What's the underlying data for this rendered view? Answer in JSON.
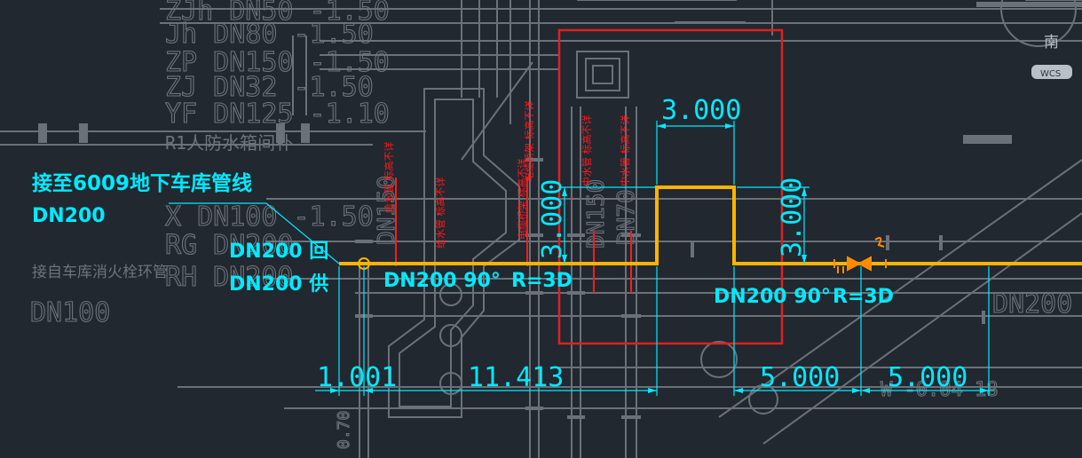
{
  "viewport": {
    "background": "#212830",
    "colors": {
      "pipe_main": "#ffb300",
      "dimension": "#00eaff",
      "highlight_box": "#e02020",
      "background_linework": "#6a7178",
      "vertical_labels": "#ff1a1a",
      "valve": "#ff8c00"
    }
  },
  "viewcube": {
    "direction": "南",
    "wcs_label": "WCS"
  },
  "background_labels": [
    {
      "text": "ZJh DN50 -1.50"
    },
    {
      "text": "Jh DN80 -1.50"
    },
    {
      "text": "ZP DN150 -1.50"
    },
    {
      "text": "ZJ DN32 -1.50"
    },
    {
      "text": "YF DN125 -1.10"
    },
    {
      "text": "R1人防水箱间补"
    },
    {
      "text": "X DN100 -1.50"
    },
    {
      "text": "RG DN200"
    },
    {
      "text": "RH DN200"
    },
    {
      "text": "接自车库消火栓环管"
    },
    {
      "text": "DN100"
    },
    {
      "text": "DN200"
    },
    {
      "text": "DN150"
    },
    {
      "text": "DN70"
    },
    {
      "text": "DN150"
    },
    {
      "text": "0.70"
    },
    {
      "text": "W -0.04 18"
    }
  ],
  "vertical_red_labels": [
    {
      "text": "给水管  标高不详"
    },
    {
      "text": "给水管 标高不详"
    },
    {
      "text": "电缆桥架 标高不详"
    },
    {
      "text": "电缆桥架 标高不详"
    },
    {
      "text": "中水管 标高不详"
    },
    {
      "text": "中水管 标高不详"
    }
  ],
  "annotations": {
    "connect_to": "接至6009地下车库管线",
    "connect_size": "DN200",
    "return_label": "DN200 回",
    "supply_label": "DN200 供",
    "bend_left": "DN200 90°",
    "radius_left": "R=3D",
    "bend_right": "DN200 90°",
    "radius_right": "R=3D"
  },
  "dimensions": {
    "top": "3.000",
    "vertical_left": "3.000",
    "vertical_right": "3.000",
    "bottom_1": "1.001",
    "bottom_2": "11.413",
    "bottom_3": "5.000",
    "bottom_4": "5.000"
  }
}
